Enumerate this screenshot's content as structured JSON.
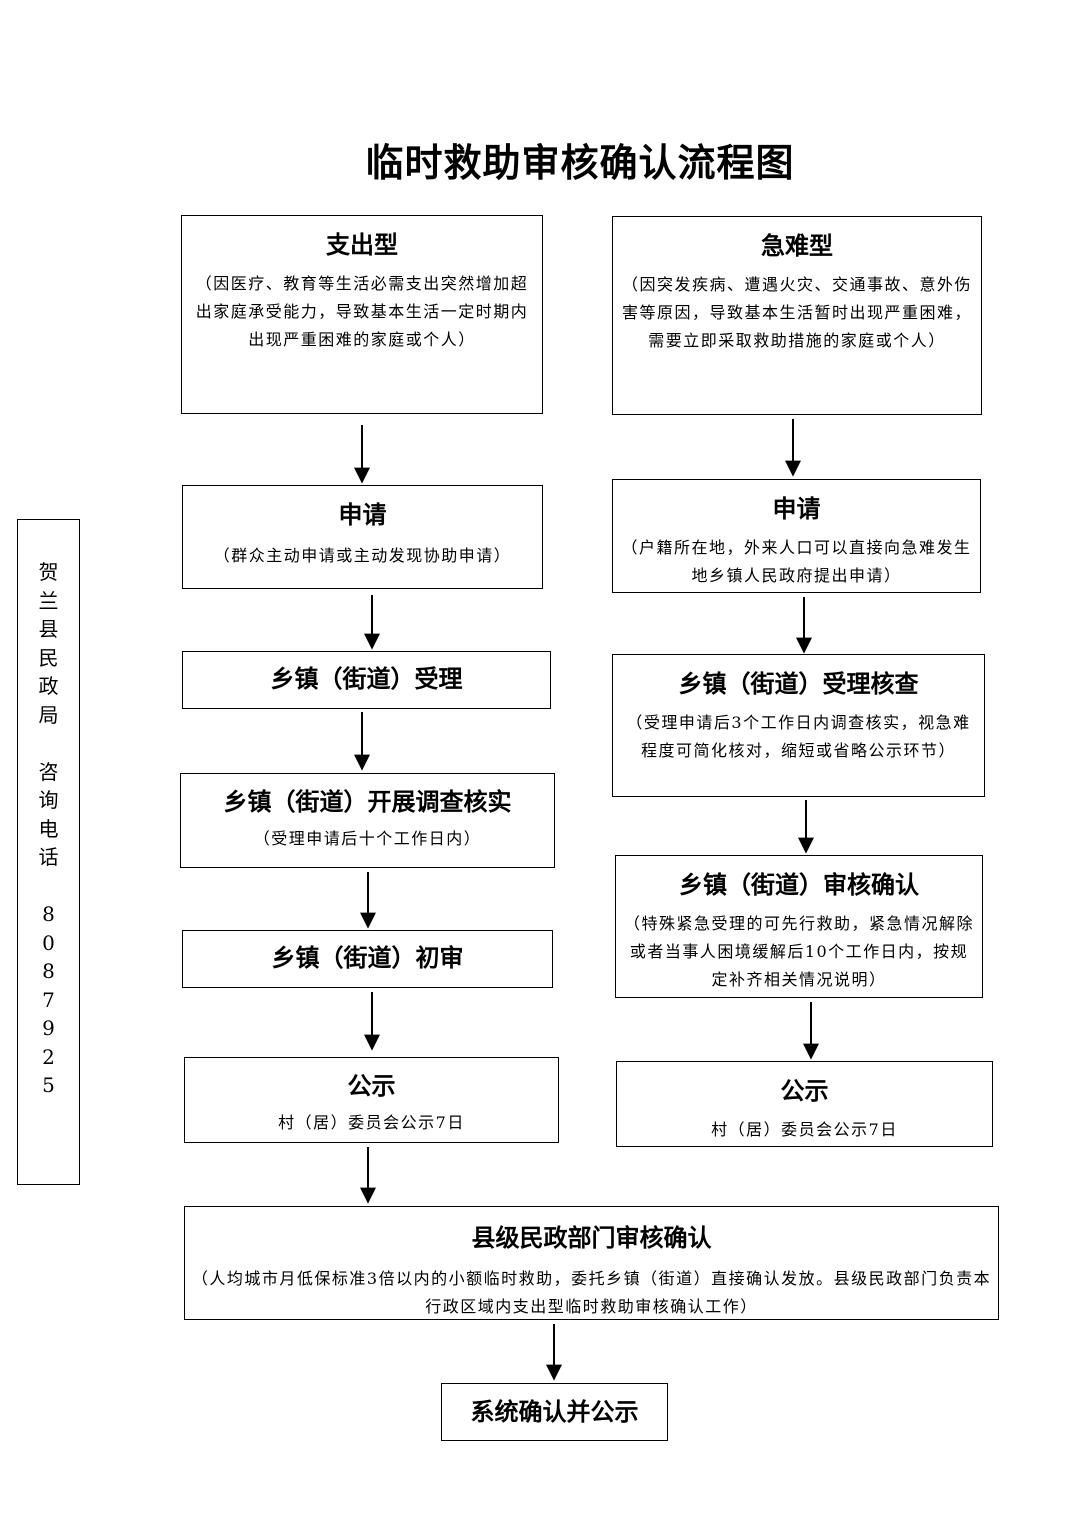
{
  "title": "临时救助审核确认流程图",
  "left": {
    "type": {
      "head": "支出型",
      "desc": "（因医疗、教育等生活必需支出突然增加超出家庭承受能力，导致基本生活一定时期内出现严重困难的家庭或个人）"
    },
    "apply": {
      "head": "申请",
      "desc": "（群众主动申请或主动发现协助申请）"
    },
    "accept": {
      "head": "乡镇（街道）受理"
    },
    "investigate": {
      "head": "乡镇（街道）开展调查核实",
      "desc": "（受理申请后十个工作日内）"
    },
    "review": {
      "head": "乡镇（街道）初审"
    },
    "publicity": {
      "head": "公示",
      "desc": "村（居）委员会公示7日"
    }
  },
  "right": {
    "type": {
      "head": "急难型",
      "desc": "（因突发疾病、遭遇火灾、交通事故、意外伤害等原因，导致基本生活暂时出现严重困难，需要立即采取救助措施的家庭或个人）"
    },
    "apply": {
      "head": "申请",
      "desc": "（户籍所在地，外来人口可以直接向急难发生地乡镇人民政府提出申请）"
    },
    "accept": {
      "head": "乡镇（街道）受理核查",
      "desc": "（受理申请后3个工作日内调查核实，视急难程度可简化核对，缩短或省略公示环节）"
    },
    "confirm": {
      "head": "乡镇（街道）审核确认",
      "desc": "（特殊紧急受理的可先行救助，紧急情况解除或者当事人困境缓解后10个工作日内，按规定补齐相关情况说明）"
    },
    "publicity": {
      "head": "公示",
      "desc": "村（居）委员会公示7日"
    }
  },
  "county": {
    "head": "县级民政部门审核确认",
    "desc": "（人均城市月低保标准3倍以内的小额临时救助，委托乡镇（街道）直接确认发放。县级民政部门负责本行政区域内支出型临时救助审核确认工作）"
  },
  "final": {
    "head": "系统确认并公示"
  },
  "side": {
    "org": "贺兰县民政局",
    "label": "咨询电话",
    "phone": "8087925"
  }
}
